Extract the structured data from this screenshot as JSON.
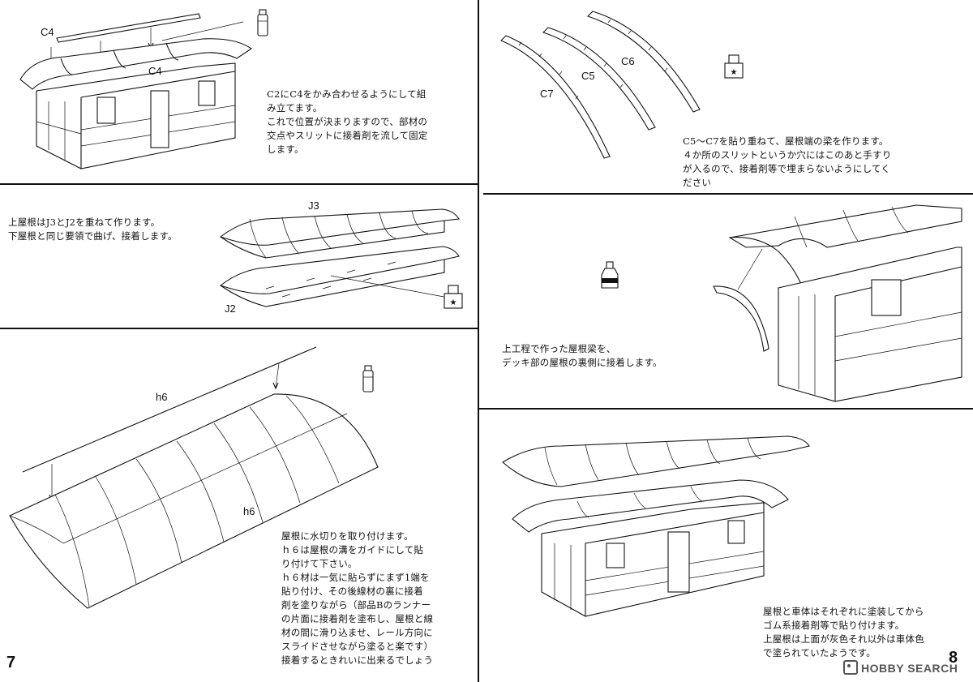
{
  "pages": {
    "left_number": "7",
    "right_number": "8"
  },
  "watermark": {
    "brand": "HOBBY SEARCH",
    "icon": "hobbysearch-logo-icon"
  },
  "step1": {
    "labels": [
      "C4",
      "C4"
    ],
    "glue_icon": "glue-tube-icon",
    "text": "C2にC4をかみ合わせるようにして組\nみ立てます。\nこれで位置が決まりますので、部材の\n交点やスリットに接着剤を流して固定\nします。"
  },
  "step2": {
    "labels": [
      "C7",
      "C5",
      "C6"
    ],
    "glue_icon": "cyanoacrylate-glue-icon",
    "text": "C5～C7を貼り重ねて、屋根端の梁を作ります。\n４か所のスリットというか穴にはこのあと手すり\nが入るので、接着剤等で埋まらないようにしてく\nださい"
  },
  "step3": {
    "labels": [
      "J3",
      "J2"
    ],
    "glue_icon": "cyanoacrylate-glue-icon",
    "text": "上屋根はJ3とJ2を重ねて作ります。\n下屋根と同じ要領で曲げ、接着します。"
  },
  "step4": {
    "glue_icon": "bottle-glue-icon",
    "text": "上工程で作った屋根梁を、\nデッキ部の屋根の裏側に接着します。"
  },
  "step5": {
    "labels": [
      "h6",
      "h6"
    ],
    "glue_icon": "glue-tube-icon",
    "text": "屋根に水切りを取り付けます。\nｈ６は屋根の溝をガイドにして貼\nり付けて下さい。\nｈ６材は一気に貼らずにまず1端を\n貼り付け、その後線材の裏に接着\n剤を塗りながら（部品Bのランナー\nの片面に接着剤を塗布し、屋根と線\n材の間に滑り込ませ、レール方向に\nスライドさせながら塗ると楽です）\n接着するときれいに出来るでしょう"
  },
  "step6": {
    "text": "屋根と車体はそれぞれに塗装してから\nゴム系接着剤等で貼り付けます。\n上屋根は上面が灰色それ以外は車体色\nで塗られていたようです。"
  }
}
